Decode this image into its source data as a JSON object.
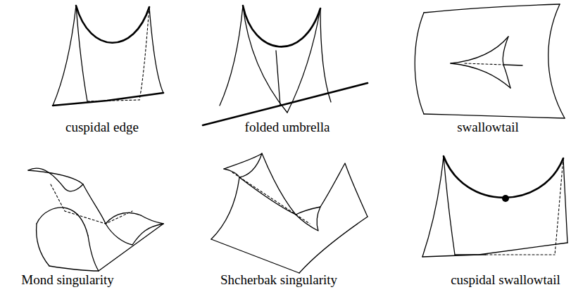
{
  "diagram": {
    "labels": [
      "cuspidal edge",
      "folded umbrella",
      "swallowtail",
      "Mond singularity",
      "Shcherbak singularity",
      "cuspidal swallowtail"
    ]
  }
}
